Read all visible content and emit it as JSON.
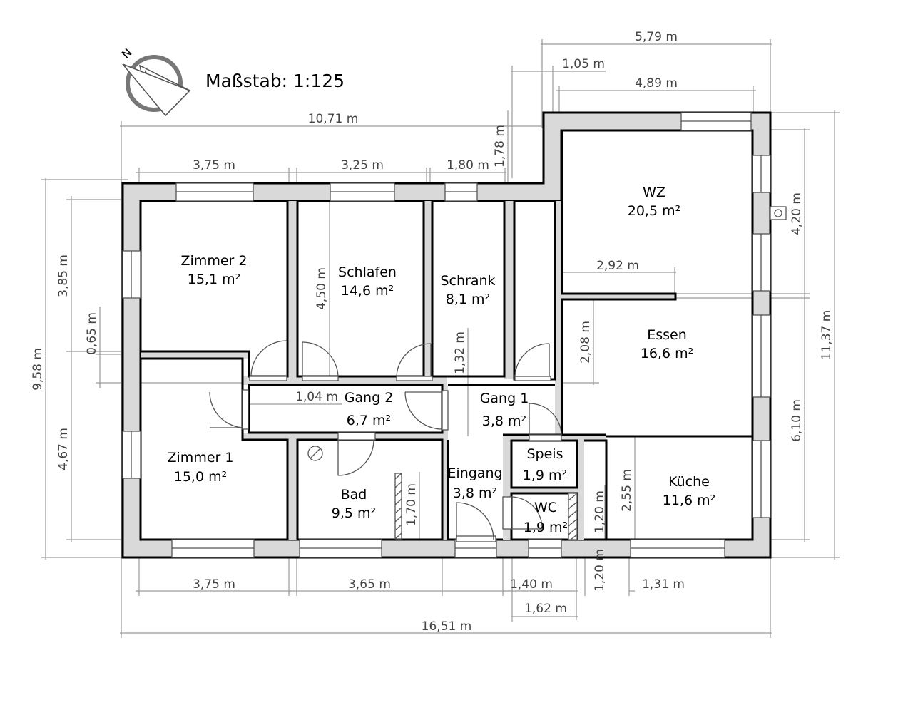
{
  "scale_label": "Maßstab: 1:125",
  "compass": {
    "icon": "north-arrow-icon",
    "letter": "N"
  },
  "rooms": [
    {
      "id": "zimmer-2",
      "name": "Zimmer 2",
      "area": "15,1 m²"
    },
    {
      "id": "schlafen",
      "name": "Schlafen",
      "area": "14,6 m²"
    },
    {
      "id": "schrank",
      "name": "Schrank",
      "area": "8,1 m²"
    },
    {
      "id": "wz",
      "name": "WZ",
      "area": "20,5 m²"
    },
    {
      "id": "essen",
      "name": "Essen",
      "area": "16,6 m²"
    },
    {
      "id": "gang-2",
      "name": "Gang 2",
      "area": "6,7 m²"
    },
    {
      "id": "gang-1",
      "name": "Gang 1",
      "area": "3,8 m²"
    },
    {
      "id": "zimmer-1",
      "name": "Zimmer 1",
      "area": "15,0 m²"
    },
    {
      "id": "bad",
      "name": "Bad",
      "area": "9,5 m²"
    },
    {
      "id": "eingang",
      "name": "Eingang",
      "area": "3,8 m²"
    },
    {
      "id": "speis",
      "name": "Speis",
      "area": "1,9 m²"
    },
    {
      "id": "wc",
      "name": "WC",
      "area": "1,9 m²"
    },
    {
      "id": "kueche",
      "name": "Küche",
      "area": "11,6 m²"
    }
  ],
  "dimensions": {
    "top_total_right": "5,79 m",
    "top_1_05": "1,05 m",
    "top_4_89": "4,89 m",
    "top_10_71": "10,71 m",
    "top_3_75": "3,75 m",
    "top_3_25": "3,25 m",
    "top_1_80": "1,80 m",
    "top_1_78": "1,78 m",
    "left_9_58": "9,58 m",
    "left_3_85": "3,85 m",
    "left_0_65": "0,65 m",
    "left_4_67": "4,67 m",
    "inner_4_50": "4,50 m",
    "inner_1_32": "1,32 m",
    "inner_1_04": "1,04 m",
    "inner_2_92": "2,92 m",
    "inner_2_08": "2,08 m",
    "inner_1_70": "1,70 m",
    "inner_1_20": "1,20 m",
    "inner_2_55": "2,55 m",
    "right_4_20": "4,20 m",
    "right_6_10": "6,10 m",
    "right_11_37": "11,37 m",
    "bottom_3_75": "3,75 m",
    "bottom_3_65": "3,65 m",
    "bottom_1_40": "1,40 m",
    "bottom_1_20": "1,20 m",
    "bottom_1_31": "1,31 m",
    "bottom_1_62": "1,62 m",
    "bottom_total": "16,51 m"
  }
}
